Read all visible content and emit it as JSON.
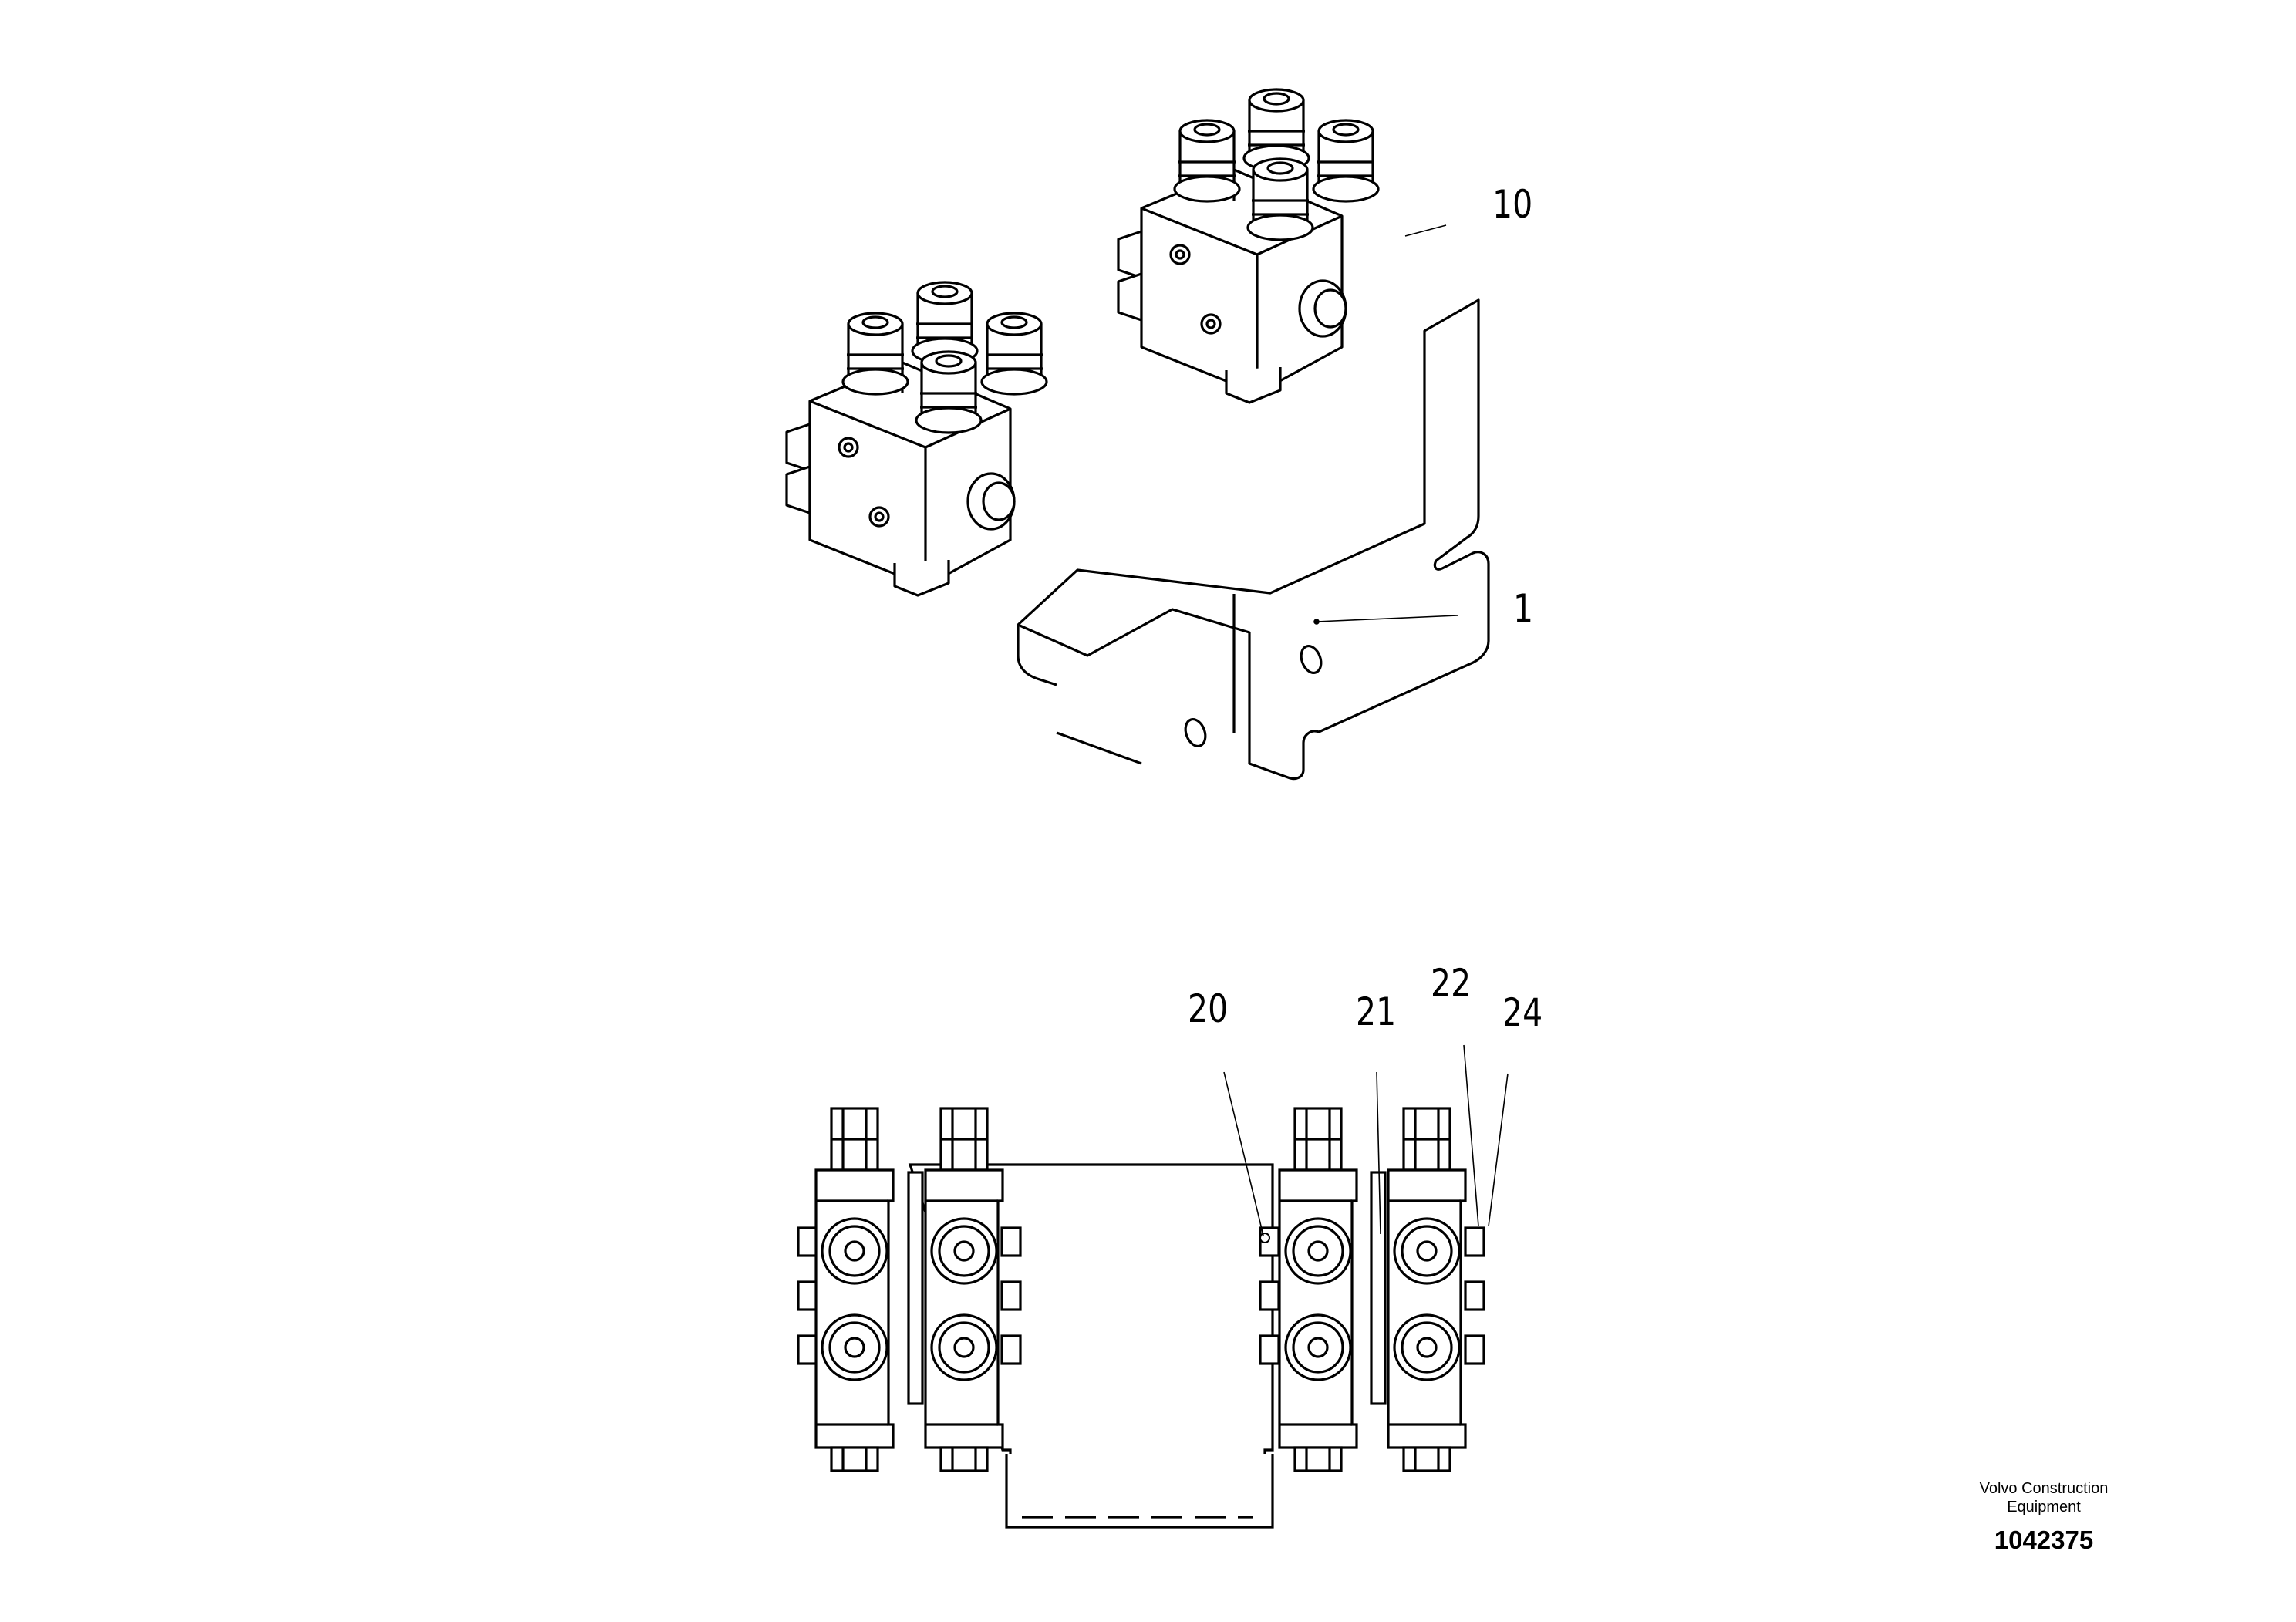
{
  "callouts": {
    "c10": "10",
    "c1": "1",
    "c20": "20",
    "c21": "21",
    "c22": "22",
    "c24": "24"
  },
  "brand": {
    "line1": "Volvo Construction",
    "line2": "Equipment",
    "number": "1042375"
  },
  "icons": {
    "top_view": "valve-assembly-isometric-icon",
    "bottom_view": "valve-assembly-front-icon"
  },
  "colors": {
    "ink": "#000000",
    "paper": "#ffffff"
  }
}
